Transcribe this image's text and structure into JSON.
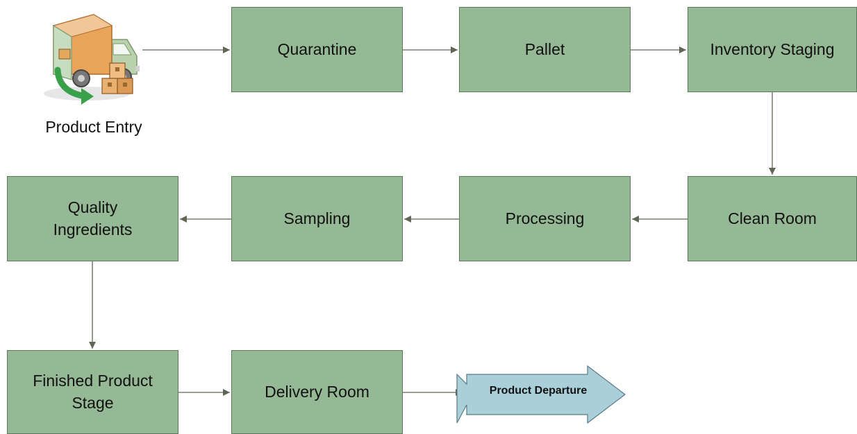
{
  "diagram": {
    "nodes": {
      "product_entry": "Product Entry",
      "quarantine": "Quarantine",
      "pallet": "Pallet",
      "inventory_staging": "Inventory Staging",
      "clean_room": "Clean Room",
      "processing": "Processing",
      "sampling": "Sampling",
      "quality_ingredients": "Quality\nIngredients",
      "finished_product_stage": "Finished Product\nStage",
      "delivery_room": "Delivery Room",
      "product_departure": "Product Departure"
    },
    "edges": [
      [
        "product_entry",
        "quarantine"
      ],
      [
        "quarantine",
        "pallet"
      ],
      [
        "pallet",
        "inventory_staging"
      ],
      [
        "inventory_staging",
        "clean_room"
      ],
      [
        "clean_room",
        "processing"
      ],
      [
        "processing",
        "sampling"
      ],
      [
        "sampling",
        "quality_ingredients"
      ],
      [
        "quality_ingredients",
        "finished_product_stage"
      ],
      [
        "finished_product_stage",
        "delivery_room"
      ],
      [
        "delivery_room",
        "product_departure"
      ]
    ],
    "colors": {
      "box_fill": "#94b994",
      "box_border": "#5a7a5a",
      "connector": "#5f6655",
      "departure_fill": "#a9cfd8"
    },
    "icons": {
      "entry": "delivery-truck-icon"
    }
  }
}
